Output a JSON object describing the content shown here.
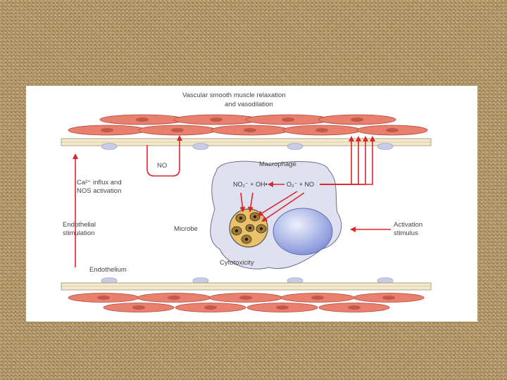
{
  "labels": {
    "title_line1": "Vascular smooth muscle relaxation",
    "title_line2": "and vasodilation",
    "no": "NO",
    "macrophage": "Macrophage",
    "ca_line1": "Ca²⁺ influx and",
    "ca_line2": "NOS activation",
    "reaction_left": "NO₂⁻ + OH•",
    "reaction_right": "O₂⁻ + NO",
    "endo_stim_line1": "Endothelial",
    "endo_stim_line2": "stimulation",
    "microbe": "Microbe",
    "activation_line1": "Activation",
    "activation_line2": "stimulus",
    "cytotoxicity": "Cytotoxicity",
    "endothelium": "Endothelium"
  },
  "colors": {
    "muscle_fill": "#e9806e",
    "muscle_stroke": "#b4483a",
    "nucleus": "#c0594a",
    "arrow": "#d9262b",
    "membrane": "#f3eacc",
    "macrophage_fill": "#dfe0f0",
    "macrophage_nucleus": "#7e8fd8",
    "microbe_fill": "#e8c16a"
  }
}
